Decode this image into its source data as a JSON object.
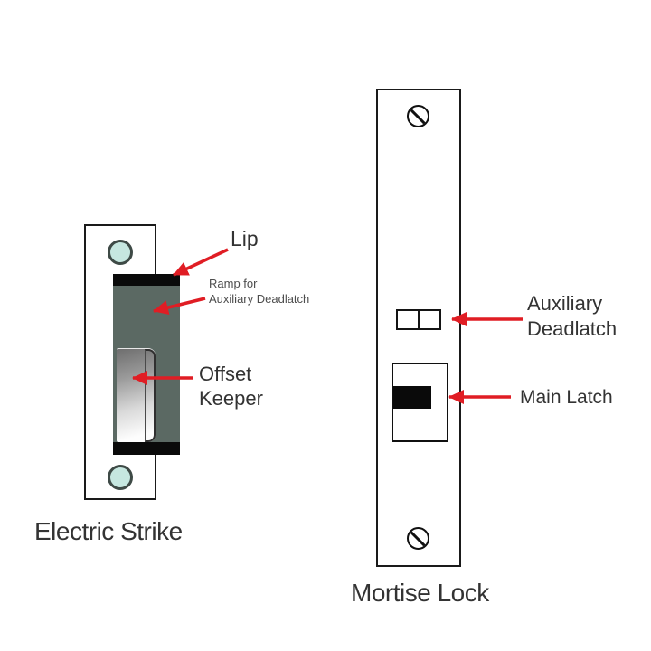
{
  "colors": {
    "arrow_red": "#e01d24",
    "strike_body": "#5b6963",
    "hole_fill": "#c6e7e0",
    "hole_ring": "#3e4a46",
    "label_text": "#333333",
    "small_label_text": "#4d4d4d"
  },
  "electric_strike": {
    "caption": "Electric Strike",
    "labels": {
      "lip": "Lip",
      "ramp_line1": "Ramp for",
      "ramp_line2": "Auxiliary Deadlatch",
      "keeper_line1": "Offset",
      "keeper_line2": "Keeper"
    }
  },
  "mortise_lock": {
    "caption": "Mortise Lock",
    "labels": {
      "aux_line1": "Auxiliary",
      "aux_line2": "Deadlatch",
      "main_latch": "Main Latch"
    }
  }
}
